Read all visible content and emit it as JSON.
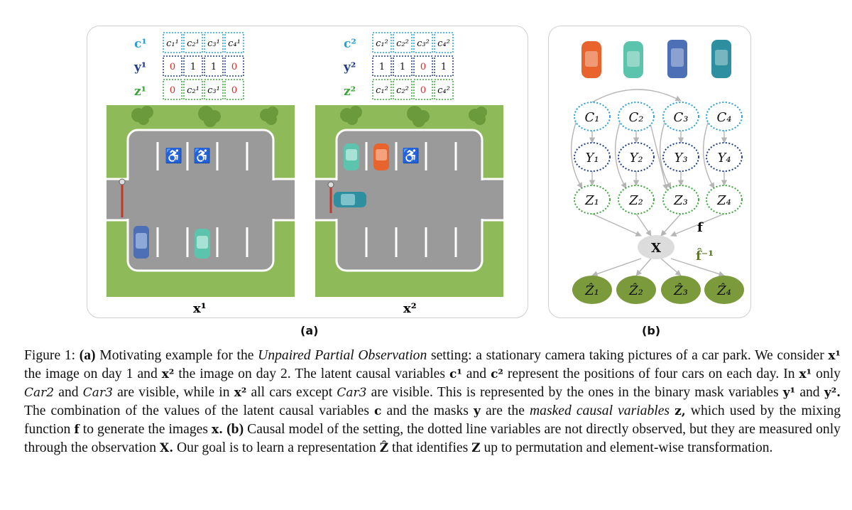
{
  "panel_a": {
    "label": "(a)",
    "images": [
      {
        "var_label": "x¹",
        "rows": [
          {
            "label": "c¹",
            "color": "#2a9fd6",
            "cells": [
              "c₁¹",
              "c₂¹",
              "c₃¹",
              "c₄¹"
            ]
          },
          {
            "label": "y¹",
            "color": "#1f3f8a",
            "cells": [
              "0",
              "1",
              "1",
              "0"
            ]
          },
          {
            "label": "z¹",
            "color": "#3aa53a",
            "cells": [
              "0",
              "c₂¹",
              "c₃¹",
              "0"
            ]
          }
        ]
      },
      {
        "var_label": "x²",
        "rows": [
          {
            "label": "c²",
            "color": "#2a9fd6",
            "cells": [
              "c₁²",
              "c₂²",
              "c₃²",
              "c₄²"
            ]
          },
          {
            "label": "y²",
            "color": "#1f3f8a",
            "cells": [
              "1",
              "1",
              "0",
              "1"
            ]
          },
          {
            "label": "z²",
            "color": "#3aa53a",
            "cells": [
              "c₁²",
              "c₂²",
              "0",
              "c₄²"
            ]
          }
        ]
      }
    ],
    "zero_color": "#d62a2a"
  },
  "panel_b": {
    "label": "(b)",
    "c_nodes": [
      "C₁",
      "C₂",
      "C₃",
      "C₄"
    ],
    "y_nodes": [
      "Y₁",
      "Y₂",
      "Y₃",
      "Y₄"
    ],
    "z_nodes": [
      "Z₁",
      "Z₂",
      "Z₃",
      "Z₄"
    ],
    "x_node": "X",
    "zhat_nodes": [
      "Ẑ₁",
      "Ẑ₂",
      "Ẑ₃",
      "Ẑ₄"
    ],
    "f_label": "f",
    "finv_label": "f̂⁻¹",
    "car_colors": [
      "#e8642c",
      "#5cc3ad",
      "#4d6fb5",
      "#2e8fa0"
    ]
  },
  "caption": {
    "figure": "Figure 1:",
    "a_tag": "(a)",
    "t1": "Motivating example for the",
    "setting": "Unpaired Partial Observation",
    "t2": "setting: a stationary camera taking pictures of a car park. We consider",
    "x1": "x¹",
    "t3": "the image on day 1 and",
    "x2": "x²",
    "t4": "the image on day 2. The latent causal variables",
    "c1": "c¹",
    "t5": "and",
    "c2": "c²",
    "t6": "represent the positions of four cars on each day. In",
    "x1b": "x¹",
    "t7": "only",
    "car2": "Car2",
    "t8": "and",
    "car3": "Car3",
    "t9": "are visible, while in",
    "x2b": "x²",
    "t10": "all cars except",
    "car3b": "Car3",
    "t11": "are visible. This is represented by the ones in the binary mask variables",
    "y1": "y¹",
    "t12": "and",
    "y2": "y².",
    "t13": "The combination of the values of the latent causal variables",
    "c": "c",
    "t14": "and the masks",
    "y": "y",
    "t15": "are the",
    "mcv": "masked causal variables",
    "z": "z,",
    "t16": "which used by the mixing function",
    "f": "f",
    "t17": "to generate the images",
    "x": "x.",
    "b_tag": "(b)",
    "t18": "Causal model of the setting, the dotted line variables are not directly observed, but they are measured only through the observation",
    "X": "X.",
    "t19": "Our goal is to learn a representation",
    "Zhat": "Ẑ",
    "t20": "that identifies",
    "Z": "Z",
    "t21": "up to permutation and element-wise transformation."
  }
}
